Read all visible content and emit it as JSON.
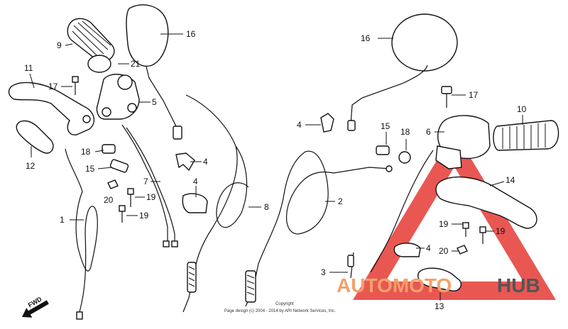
{
  "labels": {
    "p1": "1",
    "p2": "2",
    "p3": "3",
    "p4a": "4",
    "p4b": "4",
    "p4c": "4",
    "p4d": "4",
    "p5": "5",
    "p6": "6",
    "p7": "7",
    "p8": "8",
    "p9": "9",
    "p10": "10",
    "p11": "11",
    "p12": "12",
    "p13": "13",
    "p14": "14",
    "p15a": "15",
    "p15b": "15",
    "p16a": "16",
    "p16b": "16",
    "p17a": "17",
    "p17b": "17",
    "p18a": "18",
    "p18b": "18",
    "p19a": "19",
    "p19b": "19",
    "p19c": "19",
    "p19d": "19",
    "p20a": "20",
    "p20b": "20",
    "p21": "21"
  },
  "fwd": "FWD",
  "copyright": {
    "line1": "Copyright",
    "line2": "Page design (c) 2004 - 2014 by ARI Network Services, Inc."
  },
  "watermark": {
    "part1": "AUTOMOTO",
    "part2": "HUB"
  },
  "colors": {
    "watermark_red": "#e53935",
    "watermark_orange": "#f4a06a",
    "watermark_gray": "#555555"
  }
}
